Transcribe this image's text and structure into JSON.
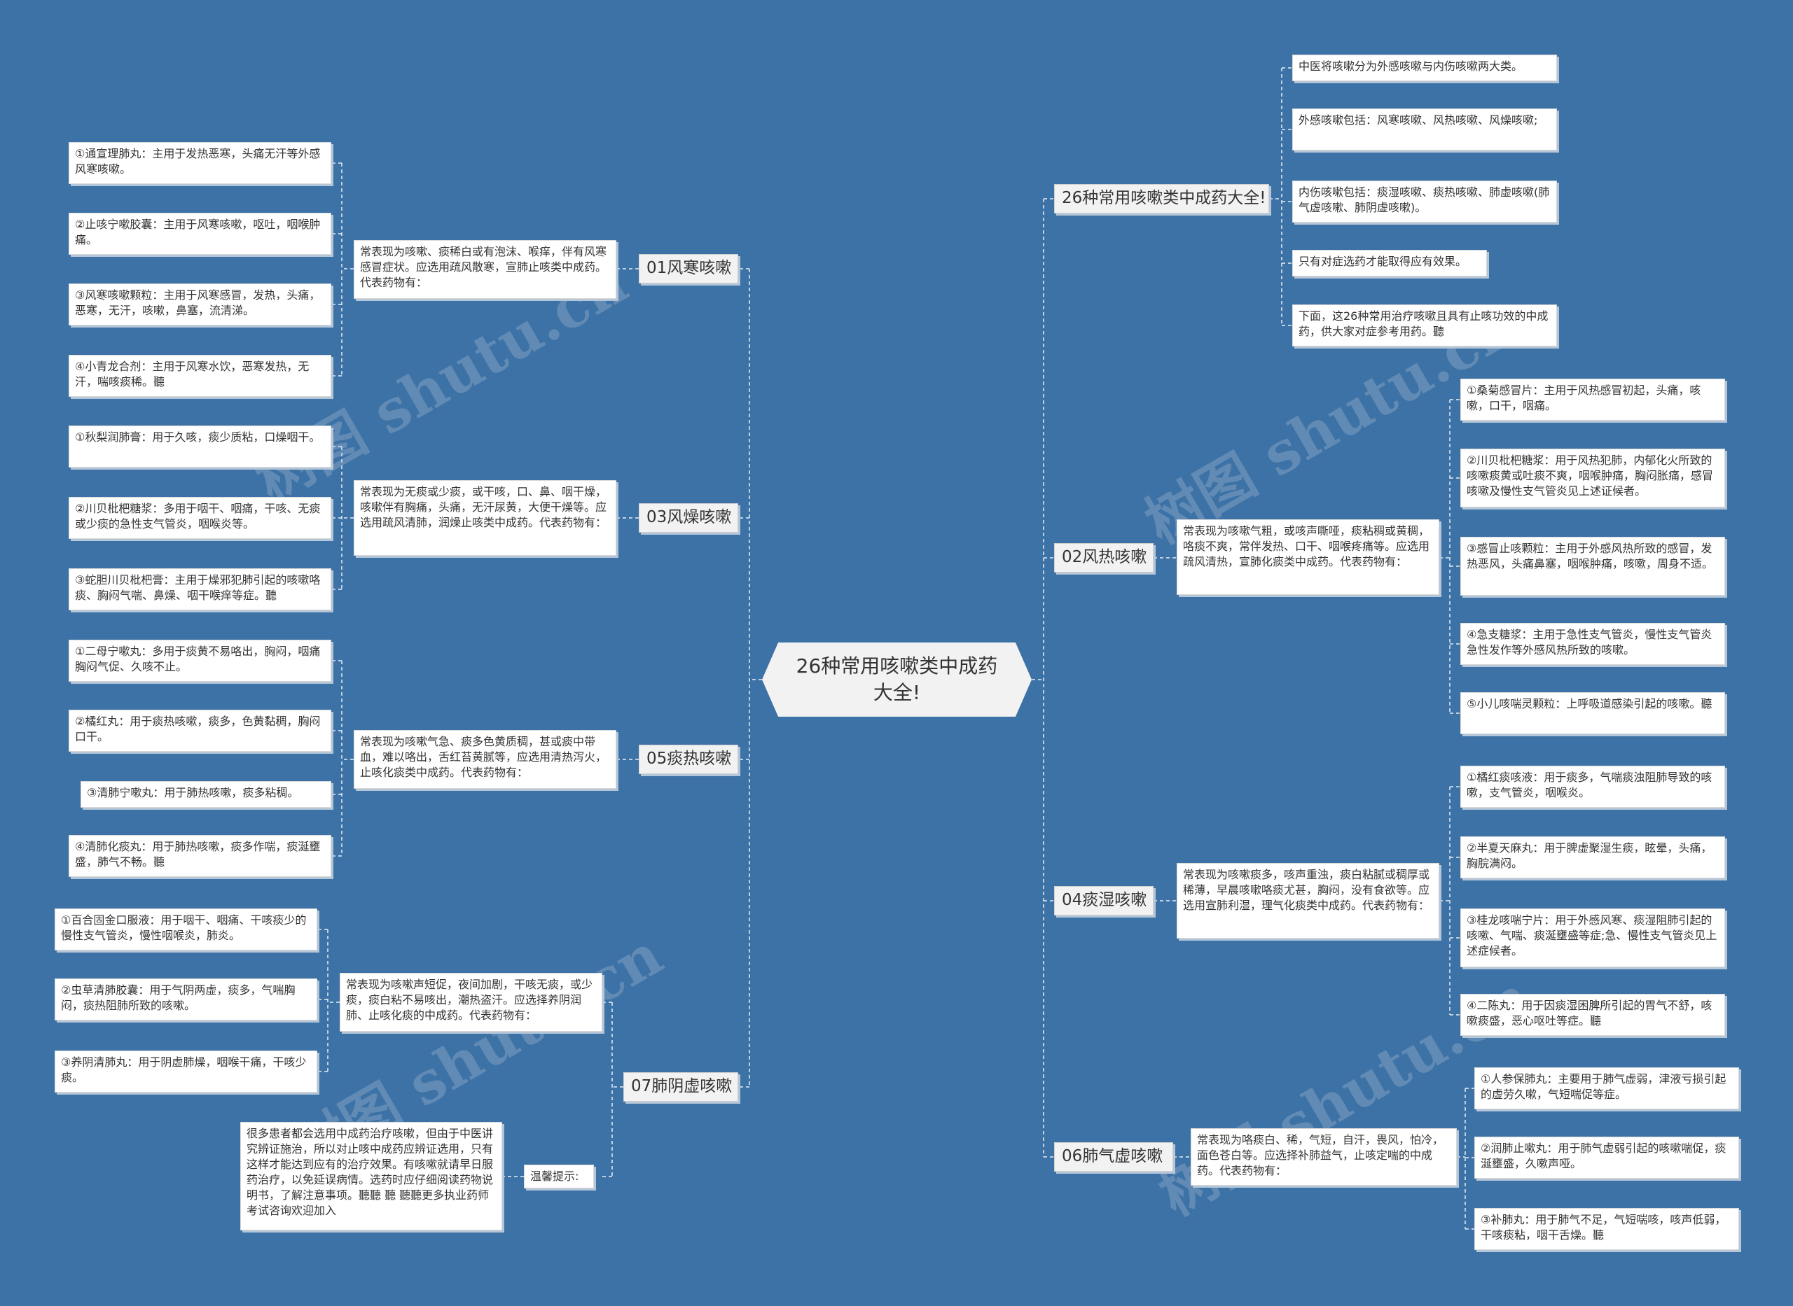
{
  "center": "26种常用咳嗽类中成药大全!",
  "watermark": "树图 shutu.cn",
  "right": {
    "intro": {
      "label": "26种常用咳嗽类中成药大全!",
      "items": [
        "中医将咳嗽分为外感咳嗽与内伤咳嗽两大类。",
        "外感咳嗽包括：风寒咳嗽、风热咳嗽、风燥咳嗽;",
        "内伤咳嗽包括：痰湿咳嗽、痰热咳嗽、肺虚咳嗽(肺气虚咳嗽、肺阴虚咳嗽)。",
        "只有对症选药才能取得应有效果。",
        "下面，这26种常用治疗咳嗽且具有止咳功效的中成药，供大家对症参考用药。聽"
      ]
    },
    "b02": {
      "label": "02风热咳嗽",
      "desc": "常表现为咳嗽气粗，或咳声嘶哑，痰粘稠或黄稠，咯痰不爽，常伴发热、口干、咽喉疼痛等。应选用疏风清热，宣肺化痰类中成药。代表药物有：",
      "items": [
        "①桑菊感冒片：主用于风热感冒初起，头痛，咳嗽，口干，咽痛。",
        "②川贝枇杷糖浆：用于风热犯肺，内郁化火所致的咳嗽痰黄或吐痰不爽，咽喉肿痛，胸闷胀痛，感冒咳嗽及慢性支气管炎见上述证候者。",
        "③感冒止咳颗粒：主用于外感风热所致的感冒，发热恶风，头痛鼻塞，咽喉肿痛，咳嗽，周身不适。",
        "④急支糖浆：主用于急性支气管炎，慢性支气管炎急性发作等外感风热所致的咳嗽。",
        "⑤小儿咳喘灵颗粒：上呼吸道感染引起的咳嗽。聽"
      ]
    },
    "b04": {
      "label": "04痰湿咳嗽",
      "desc": "常表现为咳嗽痰多，咳声重浊，痰白粘腻或稠厚或稀薄，早晨咳嗽咯痰尤甚，胸闷，没有食欲等。应选用宣肺利湿，理气化痰类中成药。代表药物有：",
      "items": [
        "①橘红痰咳液：用于痰多，气喘痰浊阻肺导致的咳嗽，支气管炎，咽喉炎。",
        "②半夏天麻丸：用于脾虚聚湿生痰，眩晕，头痛，胸脘满闷。",
        "③桂龙咳喘宁片：用于外感风寒、痰湿阻肺引起的咳嗽、气喘、痰涎壅盛等症;急、慢性支气管炎见上述症候者。",
        "④二陈丸：用于因痰湿困脾所引起的胃气不舒，咳嗽痰盛，恶心呕吐等症。聽"
      ]
    },
    "b06": {
      "label": "06肺气虚咳嗽",
      "desc": "常表现为咯痰白、稀，气短，自汗，畏风，怕冷，面色苍白等。应选择补肺益气，止咳定喘的中成药。代表药物有：",
      "items": [
        "①人参保肺丸：主要用于肺气虚弱，津液亏损引起的虚劳久嗽，气短喘促等症。",
        "②润肺止嗽丸：用于肺气虚弱引起的咳嗽喘促，痰涎壅盛，久嗽声哑。",
        "③补肺丸：用于肺气不足，气短喘咳，咳声低弱，干咳痰粘，咽干舌燥。聽"
      ]
    }
  },
  "left": {
    "b01": {
      "label": "01风寒咳嗽",
      "desc": "常表现为咳嗽、痰稀白或有泡沫、喉痒，伴有风寒感冒症状。应选用疏风散寒，宣肺止咳类中成药。代表药物有：",
      "items": [
        "①通宣理肺丸：主用于发热恶寒，头痛无汗等外感风寒咳嗽。",
        "②止咳宁嗽胶囊：主用于风寒咳嗽，呕吐，咽喉肿痛。",
        "③风寒咳嗽颗粒：主用于风寒感冒，发热，头痛，恶寒，无汗，咳嗽，鼻塞，流清涕。",
        "④小青龙合剂：主用于风寒水饮，恶寒发热，无汗，喘咳痰稀。聽"
      ]
    },
    "b03": {
      "label": "03风燥咳嗽",
      "desc": "常表现为无痰或少痰，或干咳，口、鼻、咽干燥，咳嗽伴有胸痛，头痛，无汗尿黄，大便干燥等。应选用疏风清肺，润燥止咳类中成药。代表药物有：",
      "items": [
        "①秋梨润肺膏：用于久咳，痰少质粘，口燥咽干。",
        "②川贝枇杷糖浆：多用于咽干、咽痛，干咳、无痰或少痰的急性支气管炎，咽喉炎等。",
        "③蛇胆川贝枇杷膏：主用于燥邪犯肺引起的咳嗽咯痰、胸闷气喘、鼻燥、咽干喉痒等症。聽"
      ]
    },
    "b05": {
      "label": "05痰热咳嗽",
      "desc": "常表现为咳嗽气急、痰多色黄质稠，甚或痰中带血，难以咯出，舌红苔黄腻等，应选用清热泻火，止咳化痰类中成药。代表药物有：",
      "items": [
        "①二母宁嗽丸：多用于痰黄不易咯出，胸闷，咽痛胸闷气促、久咳不止。",
        "②橘红丸：用于痰热咳嗽，痰多，色黄黏稠，胸闷口干。",
        "③清肺宁嗽丸：用于肺热咳嗽，痰多粘稠。",
        "④清肺化痰丸：用于肺热咳嗽，痰多作喘，痰涎壅盛，肺气不畅。聽"
      ]
    },
    "b07": {
      "label": "07肺阴虚咳嗽",
      "desc": "常表现为咳嗽声短促，夜间加剧，干咳无痰，或少痰，痰白粘不易咳出，潮热盗汗。应选择养阴润肺、止咳化痰的中成药。代表药物有：",
      "items": [
        "①百合固金口服液：用于咽干、咽痛、干咳痰少的慢性支气管炎，慢性咽喉炎，肺炎。",
        "②虫草清肺胶囊：用于气阴两虚，痰多，气喘胸闷，痰热阻肺所致的咳嗽。",
        "③养阴清肺丸：用于阴虚肺燥，咽喉干痛，干咳少痰。"
      ],
      "tip_label": "温馨提示:",
      "tip_text": "很多患者都会选用中成药治疗咳嗽，但由于中医讲究辨证施治，所以对止咳中成药应辨证选用，只有这样才能达到应有的治疗效果。有咳嗽就请早日服药治疗，以免延误病情。选药时应仔细阅读药物说明书，了解注意事项。聽聽 聽 聽聽更多执业药师考试咨询欢迎加入"
    }
  }
}
